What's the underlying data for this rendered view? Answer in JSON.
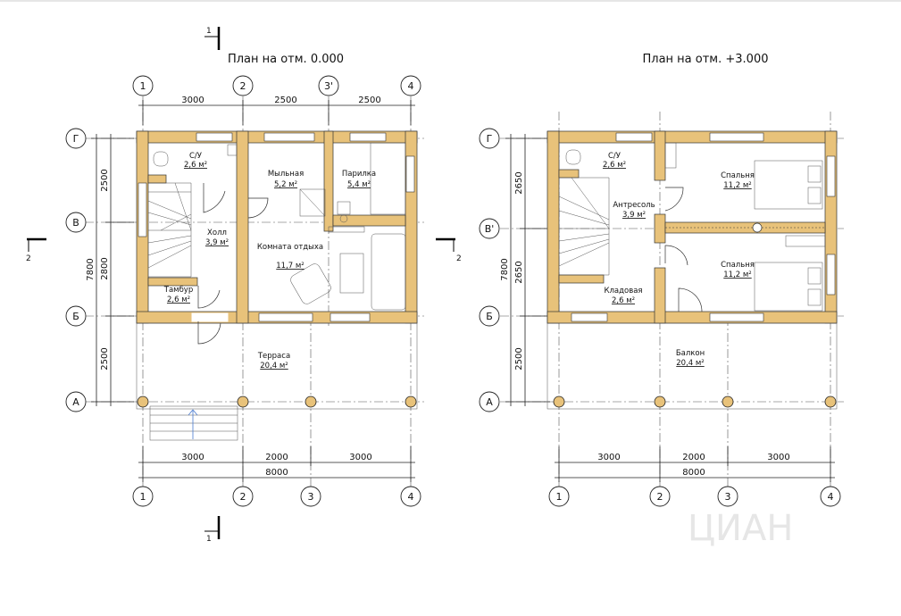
{
  "plans": [
    {
      "title": "План на отм. 0.000",
      "top_axes": [
        "1",
        "2",
        "3'",
        "4"
      ],
      "top_dims": [
        "3000",
        "2500",
        "2500"
      ],
      "side_axes": [
        "Г",
        "В",
        "Б",
        "А"
      ],
      "side_dims": [
        "2500",
        "2800",
        "2500"
      ],
      "side_total": "7800",
      "bottom_axes": [
        "1",
        "2",
        "3",
        "4"
      ],
      "bottom_dims": [
        "3000",
        "2000",
        "3000"
      ],
      "bottom_total": "8000",
      "section_mark": "2",
      "rooms": [
        {
          "name": "С/У",
          "area": "2,6 м²"
        },
        {
          "name": "Мыльная",
          "area": "5,2 м²"
        },
        {
          "name": "Парилка",
          "area": "5,4 м²"
        },
        {
          "name": "Холл",
          "area": "3,9 м²"
        },
        {
          "name": "Комната отдыха",
          "area": "11,7 м²"
        },
        {
          "name": "Тамбур",
          "area": "2,6 м²"
        },
        {
          "name": "Терраса",
          "area": "20,4 м²"
        }
      ]
    },
    {
      "title": "План на отм. +3.000",
      "top_axes": [],
      "top_dims": [],
      "side_axes": [
        "Г",
        "В'",
        "Б",
        "А"
      ],
      "side_dims": [
        "2650",
        "2650",
        "2500"
      ],
      "side_total": "7800",
      "bottom_axes": [
        "1",
        "2",
        "3",
        "4"
      ],
      "bottom_dims": [
        "3000",
        "2000",
        "3000"
      ],
      "bottom_total": "8000",
      "section_mark": "2",
      "rooms": [
        {
          "name": "С/У",
          "area": "2,6 м²"
        },
        {
          "name": "Спальня",
          "area": "11,2 м²"
        },
        {
          "name": "Антресоль",
          "area": "3,9 м²"
        },
        {
          "name": "Спальня",
          "area": "11,2 м²"
        },
        {
          "name": "Кладовая",
          "area": "2,6 м²"
        },
        {
          "name": "Балкон",
          "area": "20,4 м²"
        }
      ]
    }
  ],
  "cut_mark": "1",
  "watermark": "ЦИАН",
  "colors": {
    "wall": "#e8c27a",
    "line": "#333333"
  }
}
